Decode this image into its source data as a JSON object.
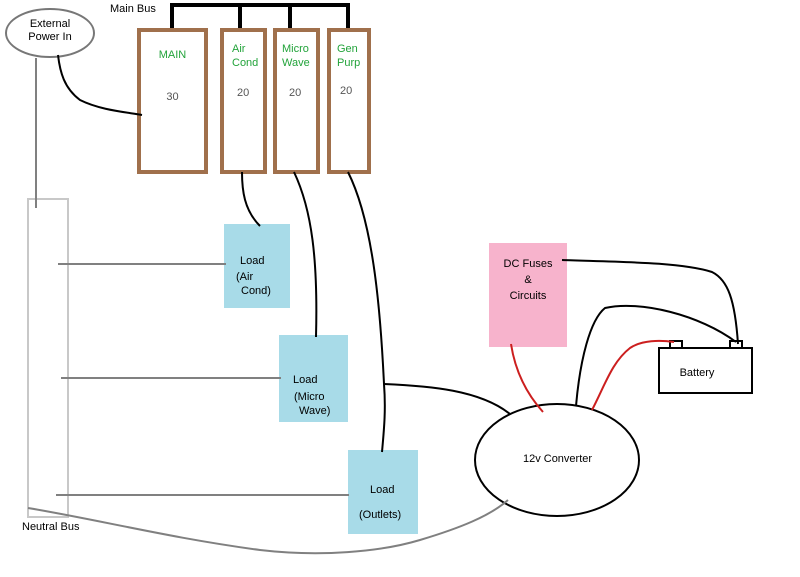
{
  "labels": {
    "main_bus": "Main Bus",
    "external_power": [
      "External",
      "Power In"
    ],
    "neutral_bus": "Neutral Bus",
    "converter": "12v Converter",
    "battery": "Battery",
    "dc_fuses": [
      "DC Fuses",
      "&",
      "Circuits"
    ]
  },
  "breakers": [
    {
      "name": [
        "MAIN"
      ],
      "rating": "30"
    },
    {
      "name": [
        "Air",
        "Cond"
      ],
      "rating": "20"
    },
    {
      "name": [
        "Micro",
        "Wave"
      ],
      "rating": "20"
    },
    {
      "name": [
        "Gen",
        "Purp"
      ],
      "rating": "20"
    }
  ],
  "loads": [
    {
      "title": "Load",
      "sub": [
        "(Air",
        "Cond)"
      ]
    },
    {
      "title": "Load",
      "sub": [
        "(Micro",
        "Wave)"
      ]
    },
    {
      "title": "Load",
      "sub": [
        "(Outlets)"
      ]
    }
  ],
  "colors": {
    "breaker_border": "#a0704c",
    "breaker_text": "#22a33a",
    "load_fill": "#a8dbe8",
    "dc_fill": "#f7b3cc",
    "wire_black": "#000000",
    "wire_gray": "#808080",
    "wire_red": "#cc1f1f",
    "bus_outline": "#c8c8c8"
  }
}
